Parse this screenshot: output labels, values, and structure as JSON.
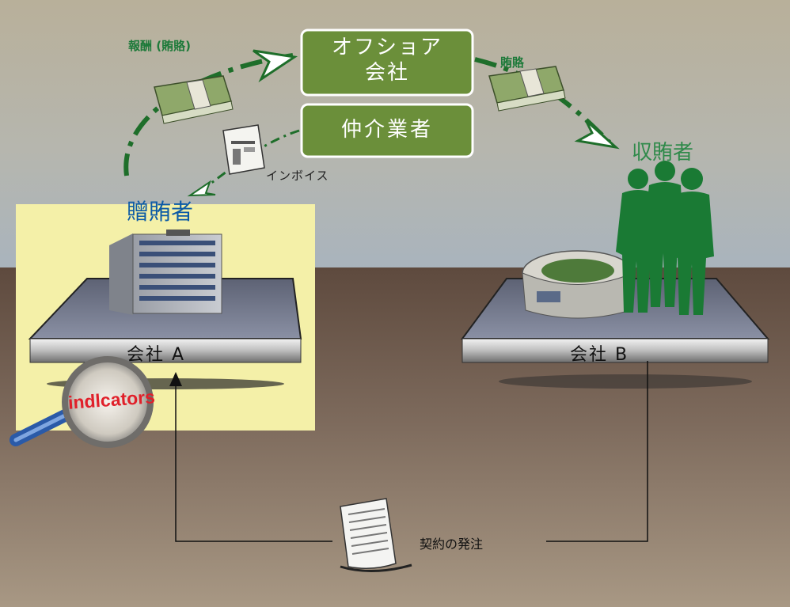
{
  "labels": {
    "reward_bribe": "報酬 (賄賂)",
    "bribe": "賄賂",
    "offshore_company": "オフショア\n会社",
    "intermediary": "仲介業者",
    "invoice": "インボイス",
    "briber": "贈賄者",
    "bribee": "収賄者",
    "company_a": "会社 A",
    "company_b": "会社 B",
    "indicators": "indlcators",
    "contract_order": "契約の発注"
  },
  "colors": {
    "green_box": "#6b8f3a",
    "green_text": "#1e7a3a",
    "bribee_green": "#2f8a4a",
    "briber_blue": "#0b5aa6",
    "highlight_yellow": "#f4f0a8",
    "indicators_red": "#e0202a"
  },
  "icons": [
    "money-stack-icon",
    "invoice-icon",
    "office-building-icon",
    "stadium-icon",
    "businessmen-silhouette-icon",
    "magnifier-icon",
    "contract-document-icon"
  ]
}
